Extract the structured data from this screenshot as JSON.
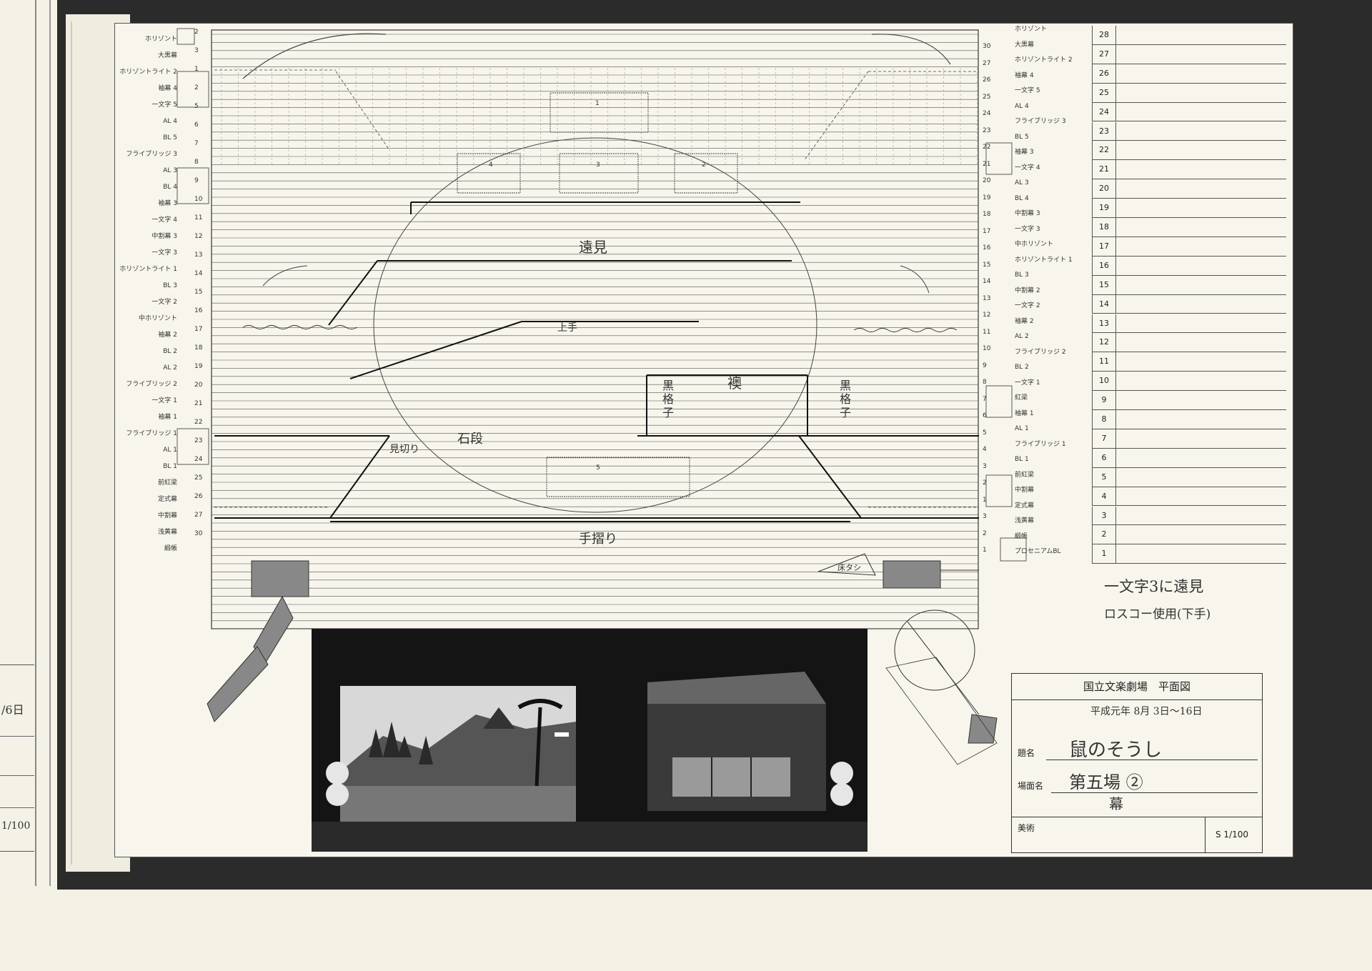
{
  "drawing": {
    "left_labels": [
      "緞帳",
      "浅黄幕",
      "中割幕",
      "定式幕",
      "前紅梁",
      "BL 1",
      "AL 1",
      "フライブリッジ 1",
      "袖幕 1",
      "一文字 1",
      "フライブリッジ 2",
      "AL 2",
      "BL 2",
      "袖幕 2",
      "中ホリゾント",
      "一文字 2",
      "BL 3",
      "ホリゾントライト 1",
      "一文字 3",
      "中割幕 3",
      "一文字 4",
      "袖幕 3",
      "BL 4",
      "AL 3",
      "フライブリッジ 3",
      "BL 5",
      "AL 4",
      "一文字 5",
      "袖幕 4",
      "ホリゾントライト 2",
      "大黒幕",
      "ホリゾント"
    ],
    "left_numbers": [
      "2",
      "3",
      "1",
      "2",
      "5",
      "6",
      "7",
      "8",
      "9",
      "10",
      "11",
      "12",
      "13",
      "14",
      "15",
      "16",
      "17",
      "18",
      "19",
      "20",
      "21",
      "22",
      "23",
      "24",
      "25",
      "26",
      "27",
      "30"
    ],
    "right_labels": [
      "ホリゾント",
      "大黒幕",
      "ホリゾントライト 2",
      "袖幕 4",
      "一文字 5",
      "AL 4",
      "フライブリッジ 3",
      "BL 5",
      "袖幕 3",
      "一文字 4",
      "AL 3",
      "BL 4",
      "中割幕 3",
      "一文字 3",
      "中ホリゾント",
      "ホリゾントライト 1",
      "BL 3",
      "中割幕 2",
      "一文字 2",
      "袖幕 2",
      "AL 2",
      "フライブリッジ 2",
      "BL 2",
      "一文字 1",
      "紅梁",
      "袖幕 1",
      "AL 1",
      "フライブリッジ 1",
      "BL 1",
      "前紅梁",
      "中割幕",
      "定式幕",
      "浅黄幕",
      "緞帳",
      "プロセニアムBL"
    ],
    "right_numbers": [
      "30",
      "27",
      "26",
      "25",
      "24",
      "23",
      "22",
      "21",
      "20",
      "19",
      "18",
      "17",
      "16",
      "15",
      "14",
      "13",
      "12",
      "11",
      "10",
      "9",
      "8",
      "7",
      "6",
      "5",
      "4",
      "3",
      "2",
      "1",
      "3",
      "2",
      "1"
    ],
    "annotations": {
      "toomi": "遠見",
      "kamite": "上手",
      "fusuma": "襖",
      "kuro_left": "黒格子",
      "kuro_right": "黒格子",
      "ishidan": "石段",
      "mikiri": "見切り",
      "tesuri": "手摺り",
      "yuka": "床タシ"
    },
    "region_numbers": [
      "1",
      "2",
      "3",
      "4",
      "5"
    ]
  },
  "row_table": {
    "rows": [
      "28",
      "27",
      "26",
      "25",
      "24",
      "23",
      "22",
      "21",
      "20",
      "19",
      "18",
      "17",
      "16",
      "15",
      "14",
      "13",
      "12",
      "11",
      "10",
      "9",
      "8",
      "7",
      "6",
      "5",
      "4",
      "3",
      "2",
      "1"
    ]
  },
  "handwritten_notes": {
    "line1": "一文字3に遠見",
    "line2": "ロスコー使用(下手)"
  },
  "title_block": {
    "header": "国立文楽劇場　平面図",
    "date": "平成元年 8月 3日〜16日",
    "title_label": "題名",
    "title_value": "鼠のそうし",
    "scene_label": "場面名",
    "scene_value": "第五場 ②",
    "scene_sub": "幕",
    "art_label": "美術",
    "scale": "S 1/100"
  },
  "left_page": {
    "date_fragment": "/6日",
    "scale_fragment": "1/100"
  },
  "colors": {
    "paper": "#f7f5ec",
    "binder": "#2b2b2b",
    "ink": "#222222",
    "photo_bg": "#141414"
  }
}
